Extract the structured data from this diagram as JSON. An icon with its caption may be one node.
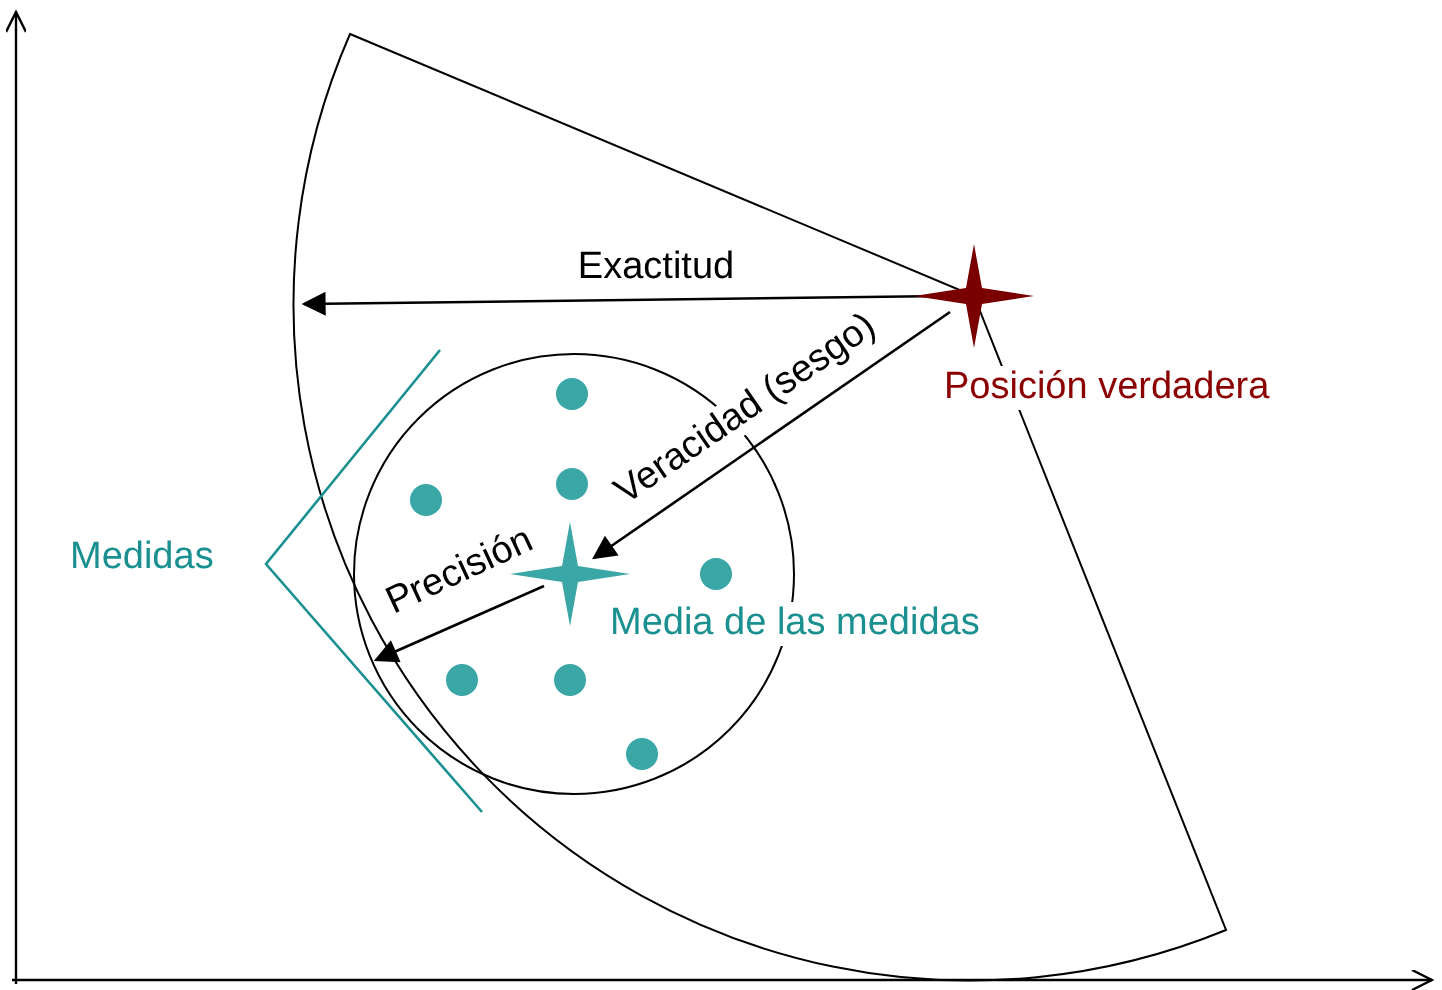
{
  "diagram": {
    "nodes": [
      {
        "text": [],
        "shape": "star",
        "beside": [
          "Posición verdadera"
        ]
      },
      {
        "text": [],
        "shape": "star",
        "beside": [
          "Media de las medidas"
        ]
      },
      {
        "text": [],
        "shape": "circle"
      },
      {
        "text": [],
        "shape": "circle"
      },
      {
        "text": [],
        "shape": "circle"
      },
      {
        "text": [],
        "shape": "circle"
      },
      {
        "text": [],
        "shape": "circle"
      },
      {
        "text": [],
        "shape": "circle"
      },
      {
        "text": [],
        "shape": "circle"
      }
    ],
    "edges": [
      {
        "from": 0,
        "to": null,
        "arrow": "to",
        "label": "Exactitud"
      },
      {
        "from": 0,
        "to": 1,
        "arrow": "to",
        "label": "Veracidad (sesgo)"
      },
      {
        "from": 1,
        "to": null,
        "arrow": "to",
        "label": "Precisión"
      }
    ],
    "labels": [
      "Medidas"
    ]
  }
}
